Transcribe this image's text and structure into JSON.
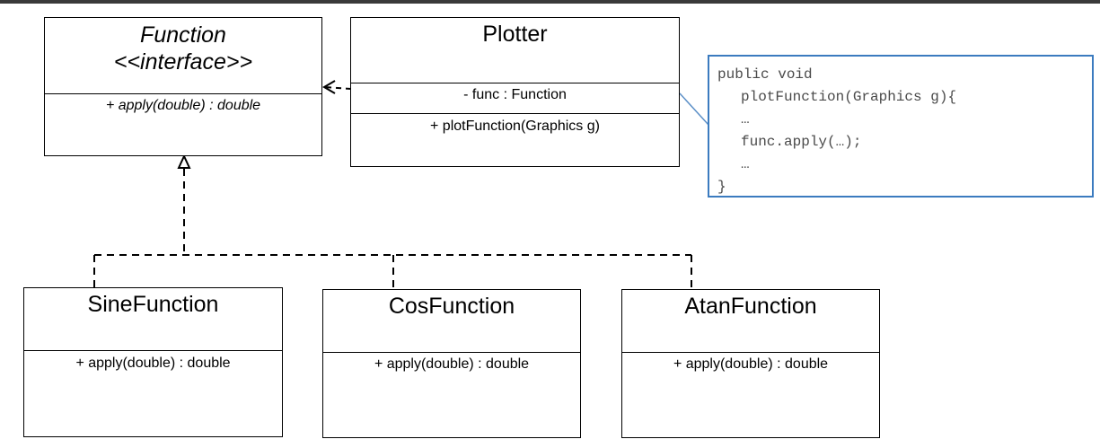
{
  "interface_class": {
    "name": "Function",
    "stereotype": "<<interface>>",
    "operation": "+ apply(double) : double"
  },
  "plotter_class": {
    "name": "Plotter",
    "attribute": "- func : Function",
    "operation": "+ plotFunction(Graphics g)"
  },
  "code_note": {
    "lines": [
      "public void",
      "plotFunction(Graphics g){",
      "…",
      "func.apply(…);",
      "…",
      "}"
    ],
    "border_color": "#3b7bbf"
  },
  "implementations": [
    {
      "name": "SineFunction",
      "operation": "+ apply(double) : double"
    },
    {
      "name": "CosFunction",
      "operation": "+ apply(double) : double"
    },
    {
      "name": "AtanFunction",
      "operation": "+ apply(double) : double"
    }
  ]
}
